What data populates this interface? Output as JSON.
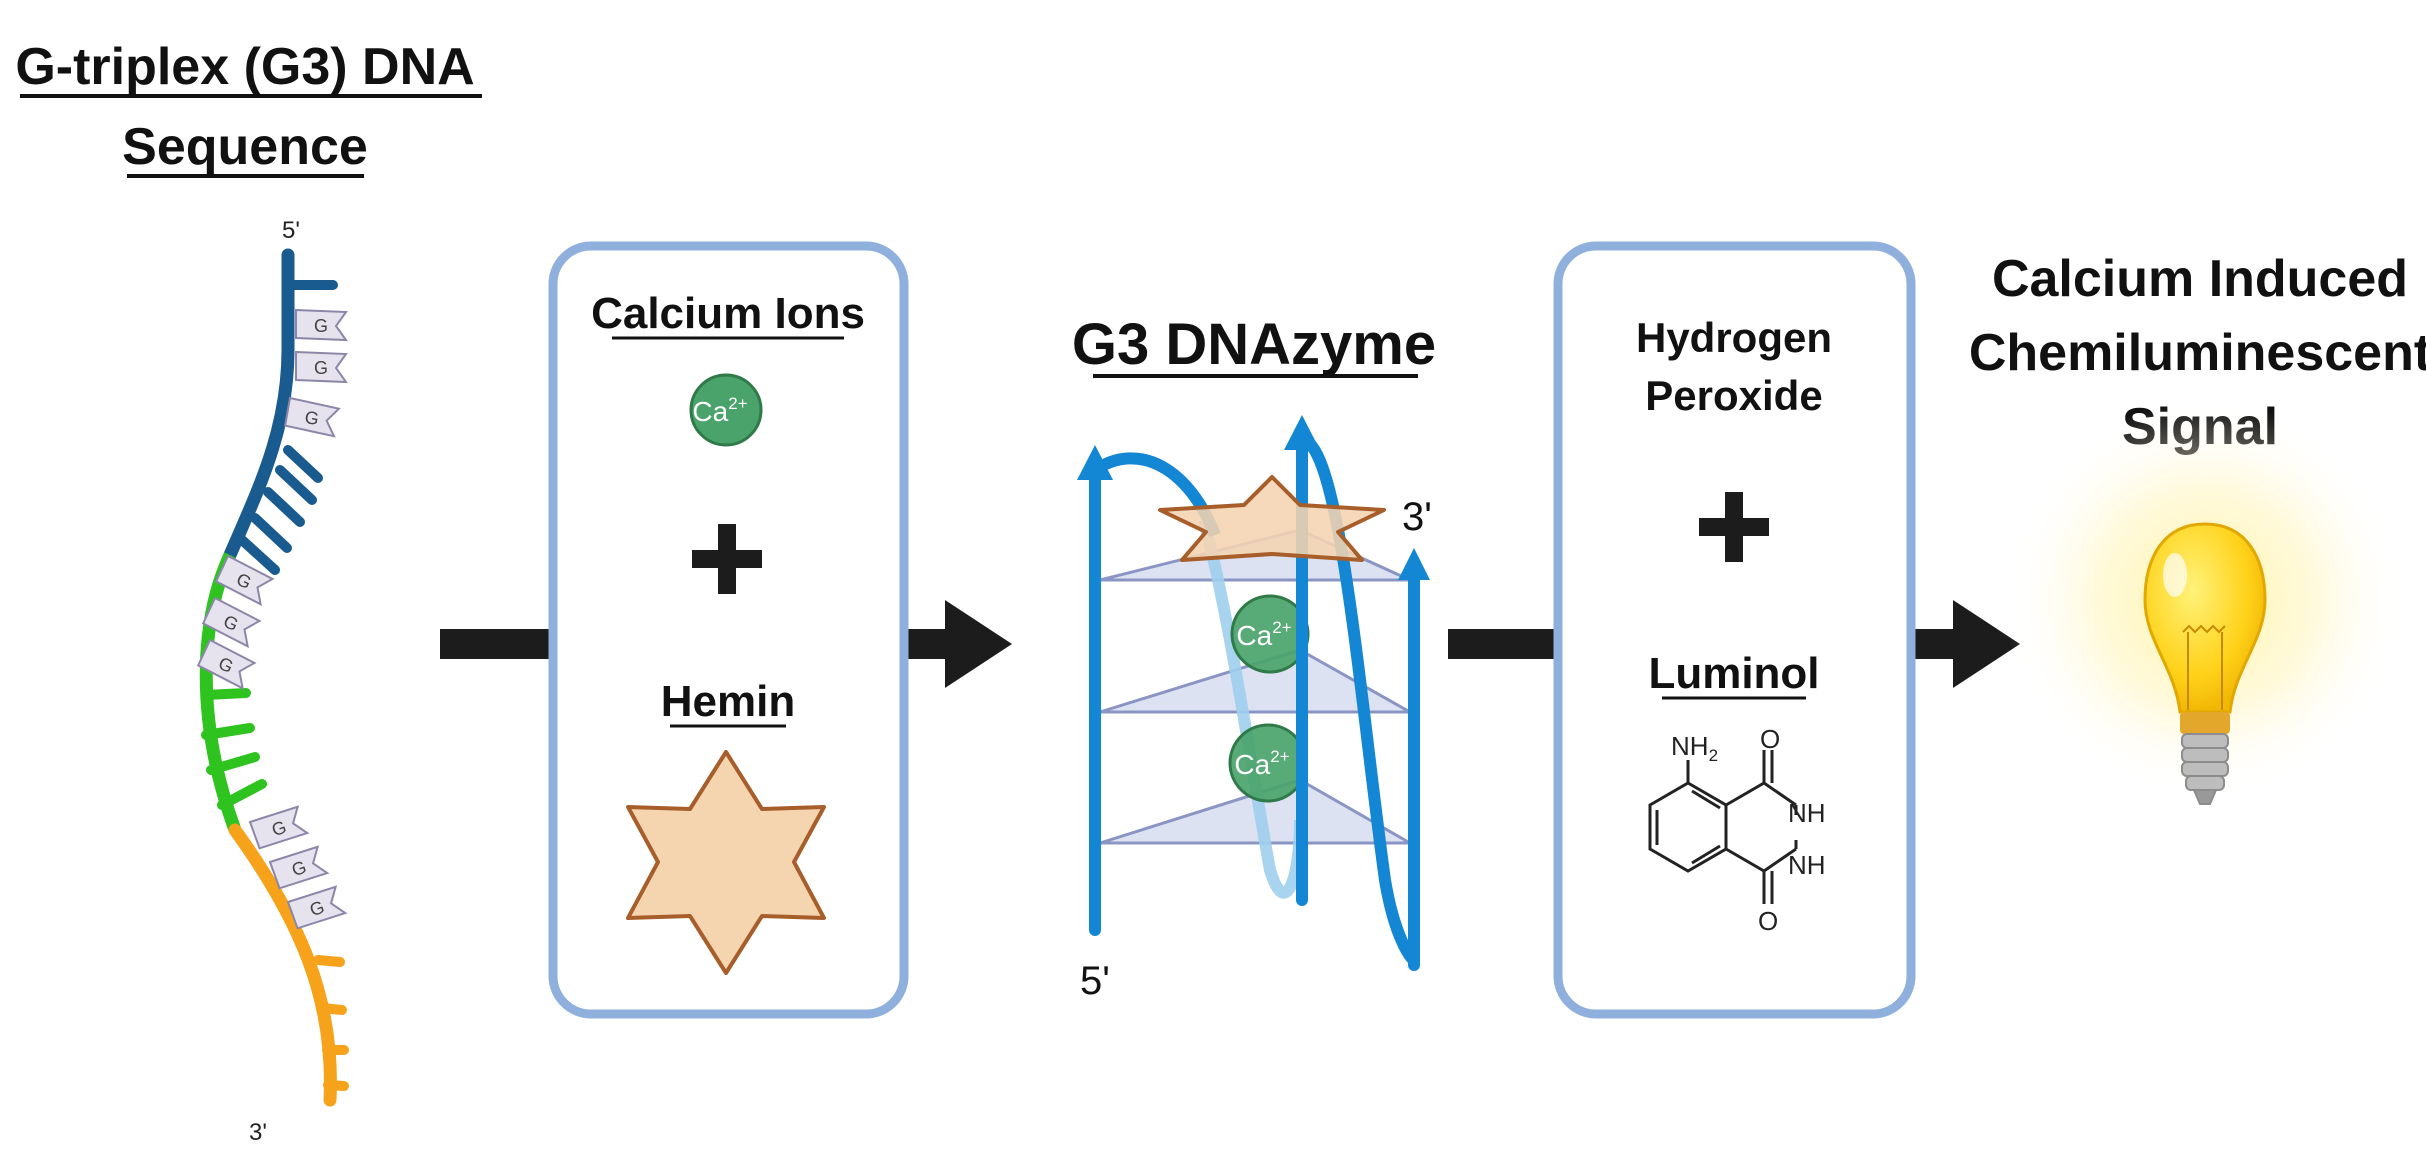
{
  "left": {
    "title_line1": "G-triplex (G3) DNA",
    "title_line2": "Sequence",
    "end5": "5'",
    "end3": "3'",
    "base_letter": "G"
  },
  "panel1": {
    "calcium_label": "Calcium Ions",
    "calcium_symbol": "Ca",
    "calcium_charge": "2+",
    "plus": "+",
    "hemin_label": "Hemin"
  },
  "center": {
    "title": "G3 DNAzyme",
    "end5": "5'",
    "end3": "3'",
    "ion_symbol": "Ca",
    "ion_charge": "2+"
  },
  "panel2": {
    "line1": "Hydrogen",
    "line2": "Peroxide",
    "plus": "+",
    "luminol_label": "Luminol",
    "atoms": {
      "nh2": "NH",
      "nh2_sub": "2",
      "o_top": "O",
      "o_bottom": "O",
      "nh_upper": "NH",
      "nh_lower": "NH"
    }
  },
  "right": {
    "title_line1": "Calcium Induced",
    "title_line2": "Chemiluminescent",
    "title_line3": "Signal"
  },
  "colors": {
    "strand_blue": "#1a5b8f",
    "strand_green": "#2ec31f",
    "strand_orange": "#f7a21b",
    "dna_blue": "#1386d4",
    "calcium_green": "#4aa36a",
    "hemin_fill": "#f5d4b0",
    "hemin_stroke": "#a75e2a",
    "panel_border": "#8fb0dc",
    "bulb_yellow": "#ffd21a",
    "arrow": "#1c1c1c"
  }
}
